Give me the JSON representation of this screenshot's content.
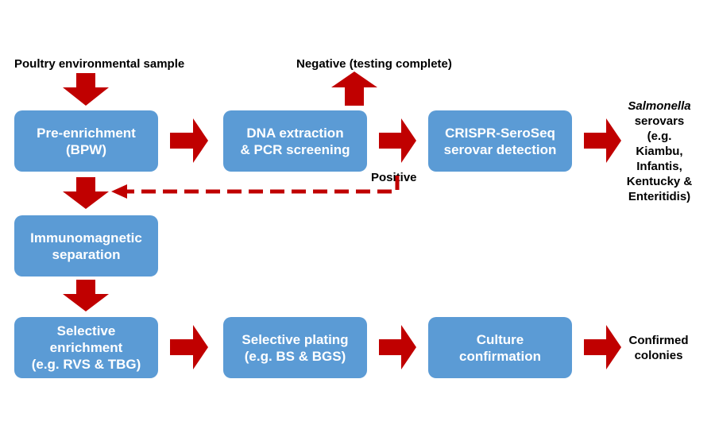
{
  "input_label": "Poultry environmental sample",
  "negative_label": "Negative (testing complete)",
  "positive_label": "Positive",
  "boxes": {
    "pre_enrichment": [
      "Pre-enrichment",
      "(BPW)"
    ],
    "dna_extraction": [
      "DNA extraction",
      "& PCR screening"
    ],
    "crispr": [
      "CRISPR-SeroSeq",
      "serovar detection"
    ],
    "immunomagnetic": [
      "Immunomagnetic",
      "separation"
    ],
    "selective_enrichment": [
      "Selective",
      "enrichment",
      "(e.g. RVS & TBG)"
    ],
    "selective_plating": [
      "Selective plating",
      "(e.g. BS & BGS)"
    ],
    "culture_confirmation": [
      "Culture",
      "confirmation"
    ]
  },
  "serovars": {
    "italic": "Salmonella",
    "lines": [
      "serovars",
      "(e.g.",
      "Kiambu,",
      "Infantis,",
      "Kentucky &",
      "Enteritidis)"
    ]
  },
  "confirmed": [
    "Confirmed",
    "colonies"
  ],
  "colors": {
    "box": "#5b9bd5",
    "arrow": "#c00000",
    "text": "#000000"
  }
}
